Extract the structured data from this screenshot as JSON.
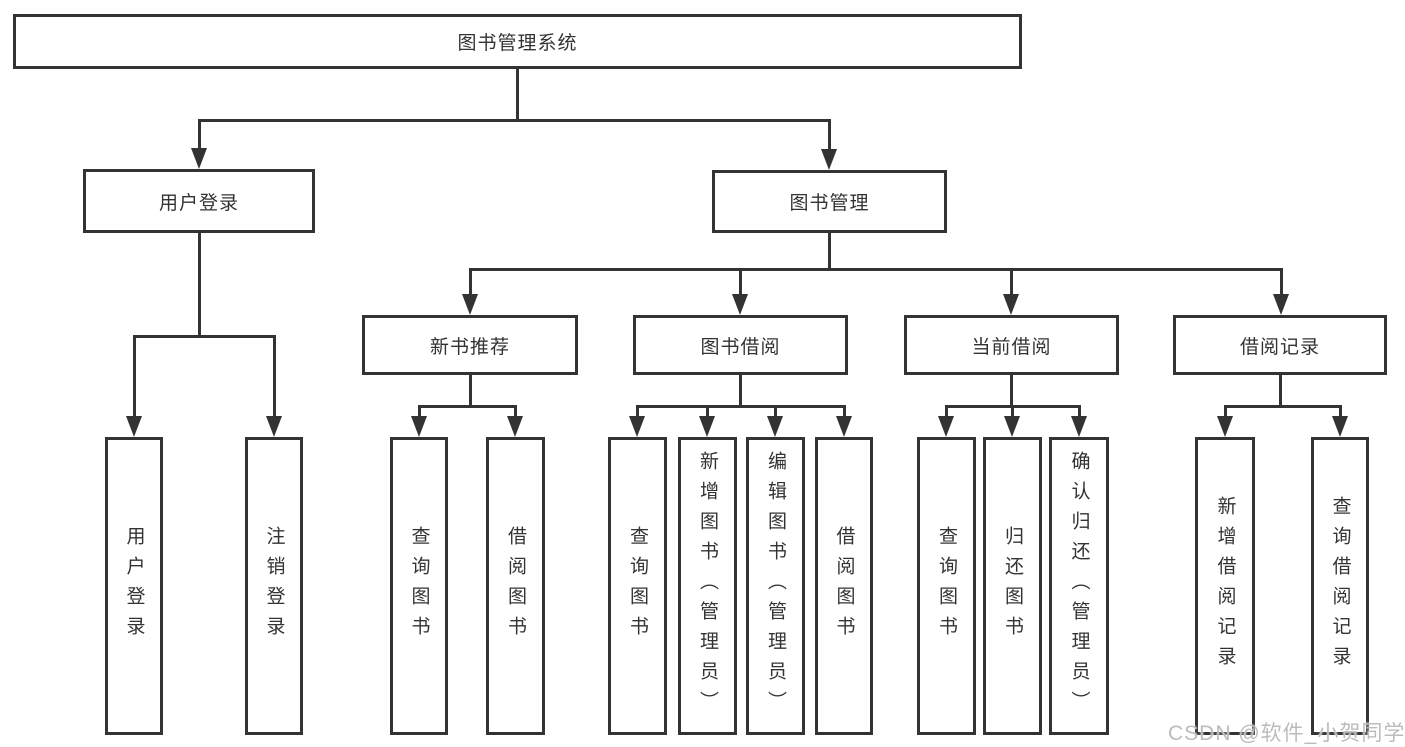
{
  "diagram": {
    "title": "图书管理系统",
    "nodes": {
      "user_login": "用户登录",
      "book_management": "图书管理",
      "new_book_recommend": "新书推荐",
      "book_borrowing": "图书借阅",
      "current_borrowing": "当前借阅",
      "borrowing_records": "借阅记录",
      "leaf_user_login": "用户登录",
      "leaf_logout": "注销登录",
      "nbr_query_books": "查询图书",
      "nbr_borrow_books": "借阅图书",
      "bb_query_books": "查询图书",
      "bb_add_books": "新增图书（管理员）",
      "bb_edit_books": "编辑图书（管理员）",
      "bb_borrow_books": "借阅图书",
      "cb_query_books": "查询图书",
      "cb_return_books": "归还图书",
      "cb_confirm_return": "确认归还（管理员）",
      "br_add_record": "新增借阅记录",
      "br_query_record": "查询借阅记录"
    },
    "watermark": "CSDN @软件_小贺同学",
    "colors": {
      "line": "#333333",
      "text": "#333333",
      "watermark": "#bcbcbc",
      "background": "#ffffff"
    }
  }
}
